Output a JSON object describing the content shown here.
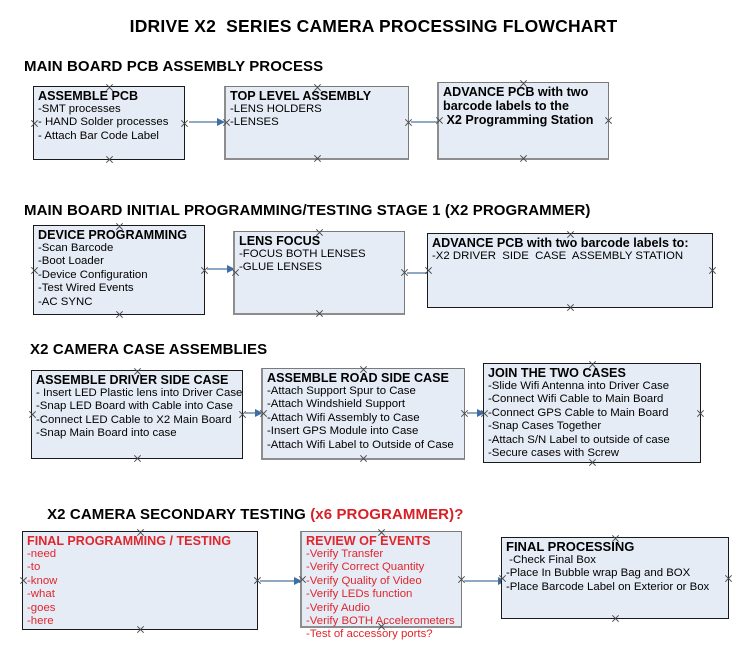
{
  "title": "IDRIVE X2  SERIES CAMERA PROCESSING FLOWCHART",
  "colors": {
    "box_fill": "#e6ecf5",
    "box_border": "#1a1a1a",
    "shadow_border": "#8d8d8d",
    "connector": "#8fa8c4",
    "arrowhead": "#3e6ea8",
    "red_text": "#e0262d",
    "heading_red": "#d81f26",
    "background": "#ffffff"
  },
  "sections": [
    {
      "id": "main-board-pcb-assembly",
      "heading": "MAIN BOARD PCB ASSEMBLY PROCESS",
      "heading_suffix": "",
      "nodes": [
        {
          "id": "assemble-pcb",
          "head": "ASSEMBLE PCB",
          "lines": [
            "-SMT processes",
            "- HAND Solder processes",
            "- Attach Bar Code Label"
          ]
        },
        {
          "id": "top-level-assembly",
          "head": "TOP LEVEL ASSEMBLY",
          "lines": [
            "-LENS HOLDERS",
            "-LENSES"
          ]
        },
        {
          "id": "advance-pcb-to-programming-station",
          "head": "ADVANCE PCB with two",
          "lines": [
            "barcode labels to the",
            " X2 Programming Station"
          ]
        }
      ]
    },
    {
      "id": "main-board-initial-programming",
      "heading": "MAIN BOARD INITIAL PROGRAMMING/TESTING STAGE 1 (X2 PROGRAMMER)",
      "heading_suffix": "",
      "nodes": [
        {
          "id": "device-programming",
          "head": "DEVICE PROGRAMMING",
          "lines": [
            "-Scan Barcode",
            "-Boot Loader",
            "-Device Configuration",
            "-Test Wired Events",
            "-AC SYNC"
          ]
        },
        {
          "id": "lens-focus",
          "head": "LENS FOCUS",
          "lines": [
            "-FOCUS BOTH LENSES",
            "-GLUE LENSES"
          ]
        },
        {
          "id": "advance-pcb-to-driver-side-case",
          "head": "ADVANCE PCB with two barcode labels to:",
          "lines": [
            "-X2 DRIVER  SIDE  CASE  ASSEMBLY STATION"
          ]
        }
      ]
    },
    {
      "id": "x2-camera-case-assemblies",
      "heading": "X2 CAMERA CASE ASSEMBLIES",
      "heading_suffix": "",
      "nodes": [
        {
          "id": "assemble-driver-side-case",
          "head": "ASSEMBLE DRIVER SIDE CASE",
          "lines": [
            "- Insert LED Plastic lens into Driver Case",
            "-Snap LED Board with Cable into Case",
            "-Connect LED Cable to X2 Main Board",
            "-Snap Main Board into case"
          ]
        },
        {
          "id": "assemble-road-side-case",
          "head": "ASSEMBLE ROAD SIDE CASE",
          "lines": [
            "-Attach Support Spur to Case",
            "-Attach Windshield Support",
            "-Attach Wifi Assembly to Case",
            "-Insert GPS Module into Case",
            "-Attach Wifi Label to Outside of Case"
          ]
        },
        {
          "id": "join-the-two-cases",
          "head": "JOIN THE TWO CASES",
          "lines": [
            "-Slide Wifi Antenna into Driver Case",
            "-Connect Wifi Cable to Main Board",
            "-Connect GPS Cable to Main Board",
            "-Snap Cases Together",
            "-Attach S/N Label to outside of case",
            "-Secure cases with Screw"
          ]
        }
      ]
    },
    {
      "id": "x2-camera-secondary-testing",
      "heading": "X2 CAMERA SECONDARY TESTING ",
      "heading_suffix": "(x6 PROGRAMMER)?",
      "nodes": [
        {
          "id": "final-programming-testing",
          "head": "FINAL PROGRAMMING / TESTING",
          "lines": [
            "-need",
            "-to",
            "-know",
            "-what",
            "-goes",
            "-here"
          ]
        },
        {
          "id": "review-of-events",
          "head": "REVIEW OF EVENTS",
          "lines": [
            "-Verify Transfer",
            "-Verify Correct Quantity",
            "-Verify Quality of Video",
            "-Verify LEDs function",
            "-Verify Audio",
            "-Verify BOTH Accelerometers"
          ],
          "overflow_line": "-Test of accessory ports?"
        },
        {
          "id": "final-processing",
          "head": "FINAL PROCESSING",
          "lines": [
            " -Check Final Box",
            "-Place In Bubble wrap Bag and BOX",
            "-Place Barcode Label on Exterior or Box"
          ]
        }
      ]
    }
  ]
}
